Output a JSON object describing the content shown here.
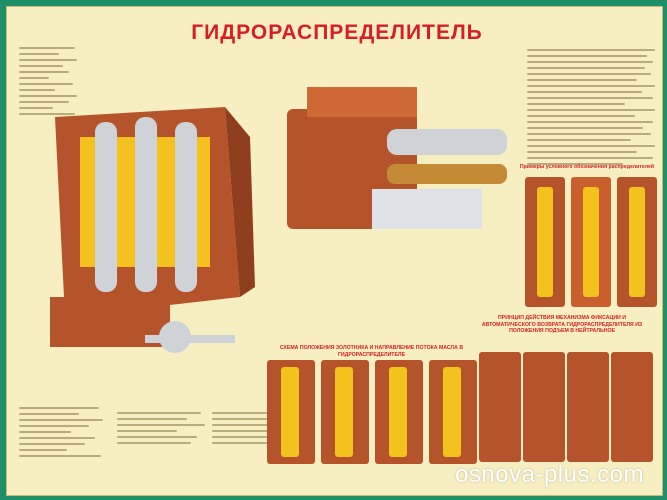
{
  "title": "ГИДРОРАСПРЕДЕЛИТЕЛЬ",
  "captions": {
    "examples": "Примеры условного обозначения распределителей",
    "flow_scheme": "СХЕМА ПОЛОЖЕНИЯ ЗОЛОТНИКА И НАПРАВЛЕНИЕ ПОТОКА МАСЛА В ГИДРОРАСПРЕДЕЛИТЕЛЕ",
    "principle": "ПРИНЦИП ДЕЙСТВИЯ МЕХАНИЗМА ФИКСАЦИИ И АВТОМАТИЧЕСКОГО ВОЗВРАТА ГИДРОРАСПРЕДЕЛИТЕЛЯ ИЗ ПОЛОЖЕНИЯ ПОДЪЕМ В НЕЙТРАЛЬНОЕ"
  },
  "watermark": "osnova-plus.com",
  "colors": {
    "frame": "#1f8f6a",
    "poster_bg": "#f7efc2",
    "title": "#d81e25",
    "metal": "#b5542a",
    "oil_yellow": "#f4c21f",
    "steel": "#cfd3d8"
  }
}
